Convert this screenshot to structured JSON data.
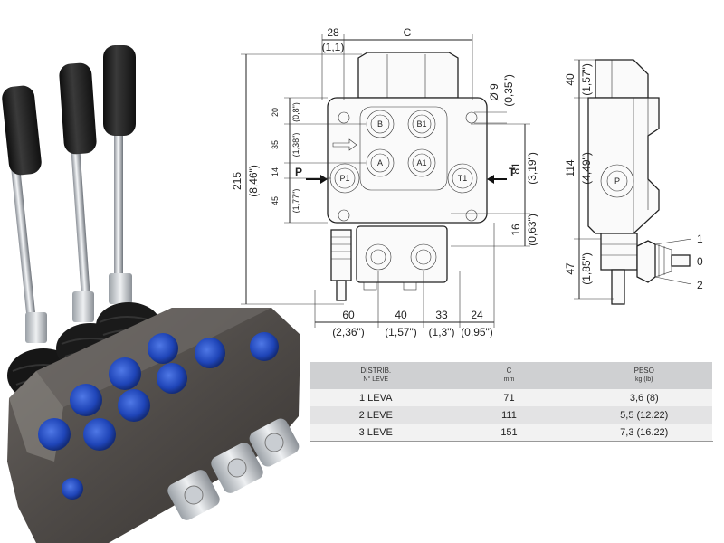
{
  "front_view": {
    "dims": {
      "top_28": "28",
      "top_28_in": "(1,1)",
      "top_c": "C",
      "d9": "Ø 9",
      "d9_in": "(0,35\")",
      "h215": "215",
      "h215_in": "(8,46\")",
      "h20": "20",
      "h20_in": "(0,8\")",
      "h35": "35",
      "h35_in": "(1,38\")",
      "h14": "14",
      "h45": "45",
      "h45_in": "(1,77\")",
      "h81": "81",
      "h81_in": "(3,19\")",
      "h16": "16",
      "h16_in": "(0,63\")",
      "b60": "60",
      "b60_in": "(2,36\")",
      "b40": "40",
      "b40_in": "(1,57\")",
      "b33": "33",
      "b33_in": "(1,3\")",
      "b24": "24",
      "b24_in": "(0,95\")"
    },
    "ports": {
      "b": "B",
      "a": "A",
      "b1": "B1",
      "a1": "A1",
      "p1": "P1",
      "t1": "T1",
      "p": "P",
      "t": "T"
    }
  },
  "side_view": {
    "dims": {
      "h40": "40",
      "h40_in": "(1,57\")",
      "h114": "114",
      "h114_in": "(4,49\")",
      "h47": "47",
      "h47_in": "(1,85\")"
    },
    "port": "P",
    "lever_positions": [
      "1",
      "0",
      "2"
    ]
  },
  "table": {
    "headers": {
      "distrib": "DISTRIB.",
      "distrib_sub": "N° LEVE",
      "c": "C",
      "c_sub": "mm",
      "peso": "PESO",
      "peso_sub": "kg (lb)"
    },
    "rows": [
      {
        "label": "1 LEVA",
        "c": "71",
        "peso": "3,6 (8)"
      },
      {
        "label": "2 LEVE",
        "c": "111",
        "peso": "5,5 (12.22)"
      },
      {
        "label": "3 LEVE",
        "c": "151",
        "peso": "7,3 (16.22)"
      }
    ]
  },
  "colors": {
    "valve_body": "#4e4a47",
    "port_caps": "#1f45b8",
    "lever_knob": "#1c1c1c"
  }
}
